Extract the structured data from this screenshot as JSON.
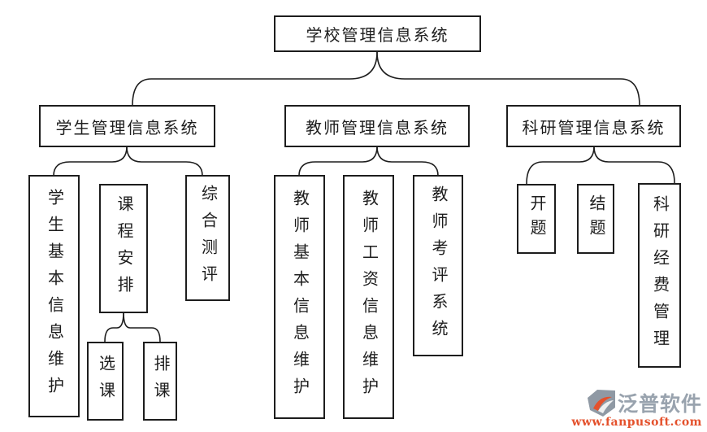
{
  "diagram": {
    "title": "学校管理信息系统",
    "root": {
      "label": "学校管理信息系统"
    },
    "branches": [
      {
        "label": "学生管理信息系统",
        "children": [
          {
            "label": "学生基本信息维护"
          },
          {
            "label": "课程安排",
            "children": [
              {
                "label": "选课"
              },
              {
                "label": "排课"
              }
            ]
          },
          {
            "label": "综合测评"
          }
        ]
      },
      {
        "label": "教师管理信息系统",
        "children": [
          {
            "label": "教师基本信息维护"
          },
          {
            "label": "教师工资信息维护"
          },
          {
            "label": "教师考评系统"
          }
        ]
      },
      {
        "label": "科研管理信息系统",
        "children": [
          {
            "label": "开题"
          },
          {
            "label": "结题"
          },
          {
            "label": "科研经费管理"
          }
        ]
      }
    ]
  },
  "watermark": {
    "brand": "泛普软件",
    "url": "www.fanpusoft.com",
    "brand_color": "#99a3ae",
    "url_color": "#e4512c"
  },
  "colors": {
    "line": "#1d1d1d",
    "background": "#ffffff"
  }
}
